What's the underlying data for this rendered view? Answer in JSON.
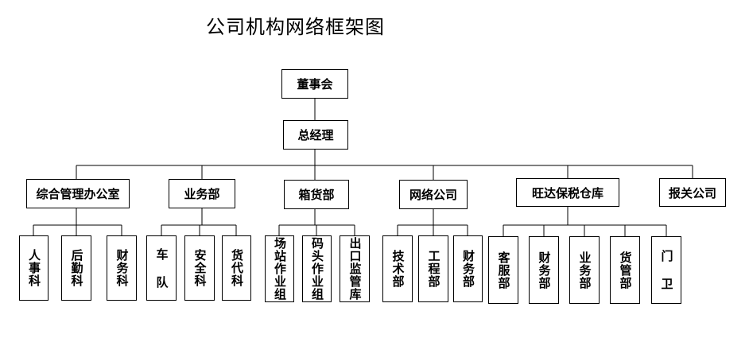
{
  "title": "公司机构网络框架图",
  "board": "董事会",
  "gm": "总经理",
  "departments": [
    {
      "label": "综合管理办公室",
      "children": [
        "人事科",
        "后勤科",
        "财务科"
      ]
    },
    {
      "label": "业务部",
      "children": [
        "车 队",
        "安全科",
        "货代科"
      ]
    },
    {
      "label": "箱货部",
      "children": [
        "场站作业组",
        "码头作业组",
        "出口监管库"
      ]
    },
    {
      "label": "网络公司",
      "children": [
        "技术部",
        "工程部",
        "财务部"
      ]
    },
    {
      "label": "旺达保税仓库",
      "children": [
        "客服部",
        "财务部",
        "业务部",
        "货管部",
        "门 卫"
      ]
    },
    {
      "label": "报关公司",
      "children": []
    }
  ]
}
